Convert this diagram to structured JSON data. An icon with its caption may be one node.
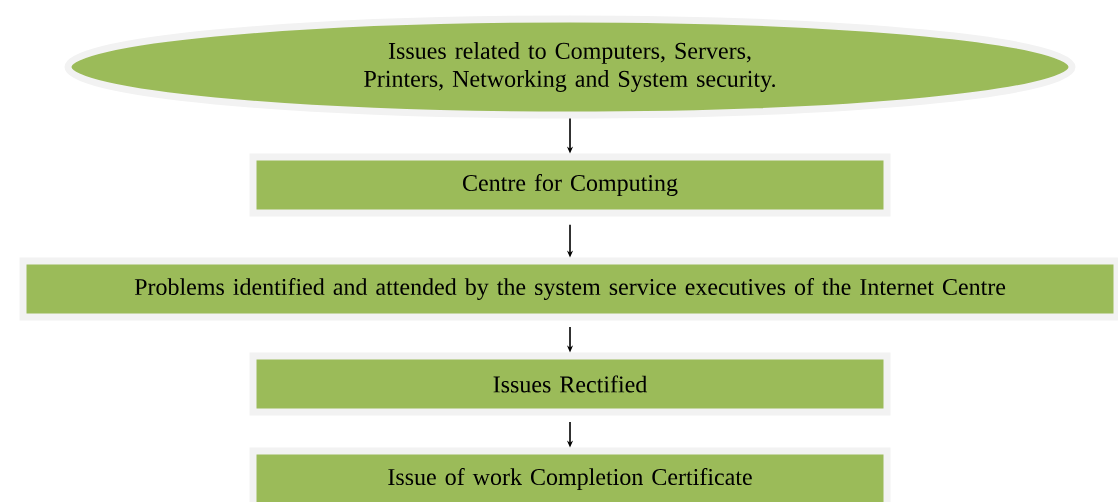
{
  "diagram": {
    "nodes": [
      {
        "text": [
          "Issues related to Computers, Servers, Printers, Networking and System security."
        ]
      },
      {
        "text": [
          "Centre for Computing"
        ]
      },
      {
        "text": [
          "Problems identified and attended by the system service executives of the Internet Centre"
        ]
      },
      {
        "text": [
          "Issues Rectified"
        ]
      },
      {
        "text": [
          "Issue of work Completion Certificate"
        ]
      }
    ],
    "edges": [
      {
        "from": 0,
        "to": 1,
        "arrow": "to"
      },
      {
        "from": 1,
        "to": 2,
        "arrow": "to"
      },
      {
        "from": 2,
        "to": 3,
        "arrow": "to"
      },
      {
        "from": 3,
        "to": 4,
        "arrow": "to"
      }
    ]
  }
}
